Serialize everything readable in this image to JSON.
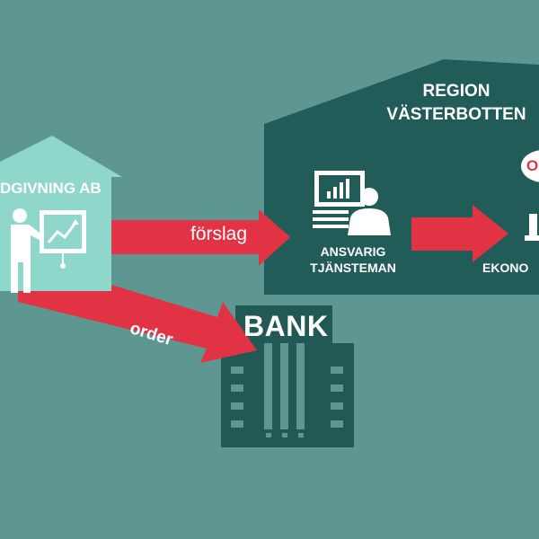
{
  "firm": {
    "name": "DGIVNING AB"
  },
  "region": {
    "line1": "REGION",
    "line2": "VÄSTERBOTTEN"
  },
  "official": {
    "line1": "ANSVARIG",
    "line2": "TJÄNSTEMAN"
  },
  "economy": {
    "label": "EKONO"
  },
  "bank": {
    "label": "BANK"
  },
  "flows": {
    "proposal": "förslag",
    "order": "order"
  },
  "badge": {
    "text": "O"
  },
  "colors": {
    "background": "#5e9791",
    "region_building": "#215c58",
    "firm_building": "#8fd6cb",
    "bank_building": "#235955",
    "arrow": "#e23344",
    "white": "#ffffff"
  }
}
